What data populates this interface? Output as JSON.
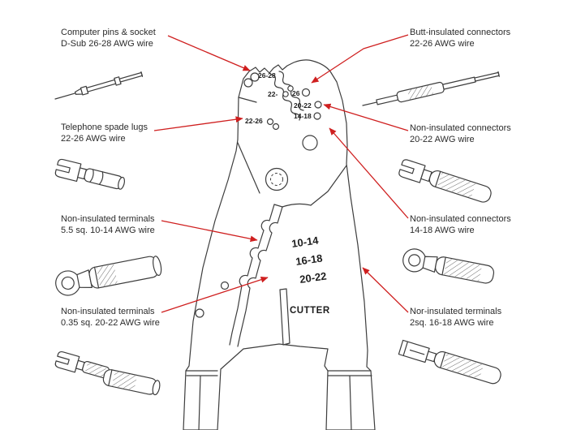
{
  "diagram": {
    "type": "crimping-tool-connector-guide",
    "callouts_left": [
      {
        "line1": "Computer pins & socket",
        "line2": "D-Sub 26-28 AWG wire"
      },
      {
        "line1": "Telephone spade lugs",
        "line2": "22-26 AWG wire"
      },
      {
        "line1": "Non-insulated terminals",
        "line2": "5.5 sq. 10-14 AWG wire"
      },
      {
        "line1": "Non-insulated terminals",
        "line2": "0.35 sq. 20-22 AWG wire"
      }
    ],
    "callouts_right": [
      {
        "line1": "Butt-insulated connectors",
        "line2": "22-26 AWG wire"
      },
      {
        "line1": "Non-insulated connectors",
        "line2": "20-22 AWG wire"
      },
      {
        "line1": "Non-insulated connectors",
        "line2": "14-18 AWG wire"
      },
      {
        "line1": "Nor-insulated terminals",
        "line2": "2sq. 16-18 AWG wire"
      }
    ],
    "tool_markings": {
      "awg_26_28": "26-28",
      "awg_22": "22-",
      "awg_26": "26",
      "awg_20_22_head": "20-22",
      "awg_14_18": "14-18",
      "awg_22_26": "22-26",
      "awg_10_14": "10-14",
      "awg_16_18": "16-18",
      "awg_20_22_mid": "20-22",
      "cutter_label": "CUTTER"
    },
    "colors": {
      "callout_red": "#cf1f1f",
      "line_art": "#3d3d3d",
      "label_text": "#2b2b2b",
      "background": "#ffffff"
    }
  }
}
